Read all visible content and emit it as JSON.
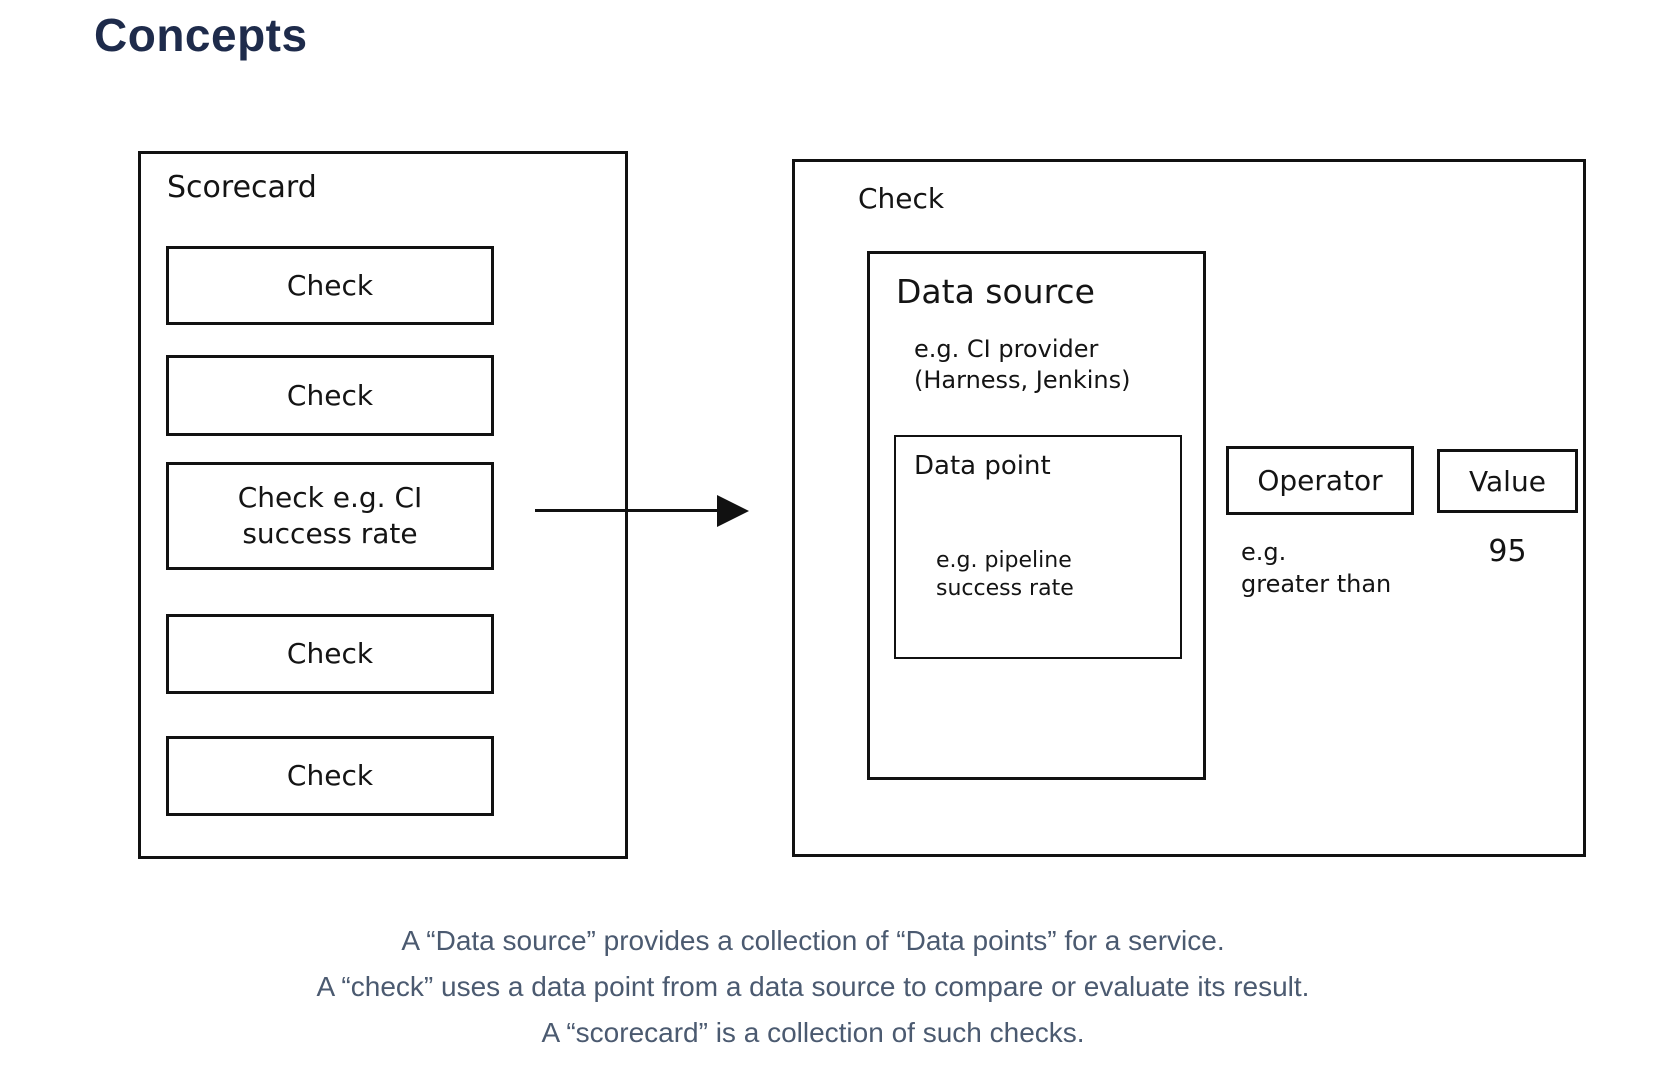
{
  "title": "Concepts",
  "colors": {
    "title": "#1e2b4b",
    "caption": "#4b5a70",
    "stroke": "#111111"
  },
  "scorecard": {
    "label": "Scorecard",
    "checks": [
      {
        "label": "Check"
      },
      {
        "label": "Check"
      },
      {
        "label": "Check e.g. CI\nsuccess rate"
      },
      {
        "label": "Check"
      },
      {
        "label": "Check"
      }
    ]
  },
  "check_detail": {
    "label": "Check",
    "data_source": {
      "label": "Data source",
      "note": "e.g. CI provider\n(Harness, Jenkins)",
      "data_point": {
        "label": "Data point",
        "note": "e.g. pipeline\nsuccess rate"
      }
    },
    "operator": {
      "label": "Operator",
      "note": "e.g.\ngreater than"
    },
    "value": {
      "label": "Value",
      "example": "95"
    }
  },
  "caption": {
    "line1": "A “Data source” provides a collection of “Data points” for a service.",
    "line2": "A “check” uses a data point from a data source to compare or evaluate its result.",
    "line3": "A “scorecard” is a collection of such checks."
  }
}
